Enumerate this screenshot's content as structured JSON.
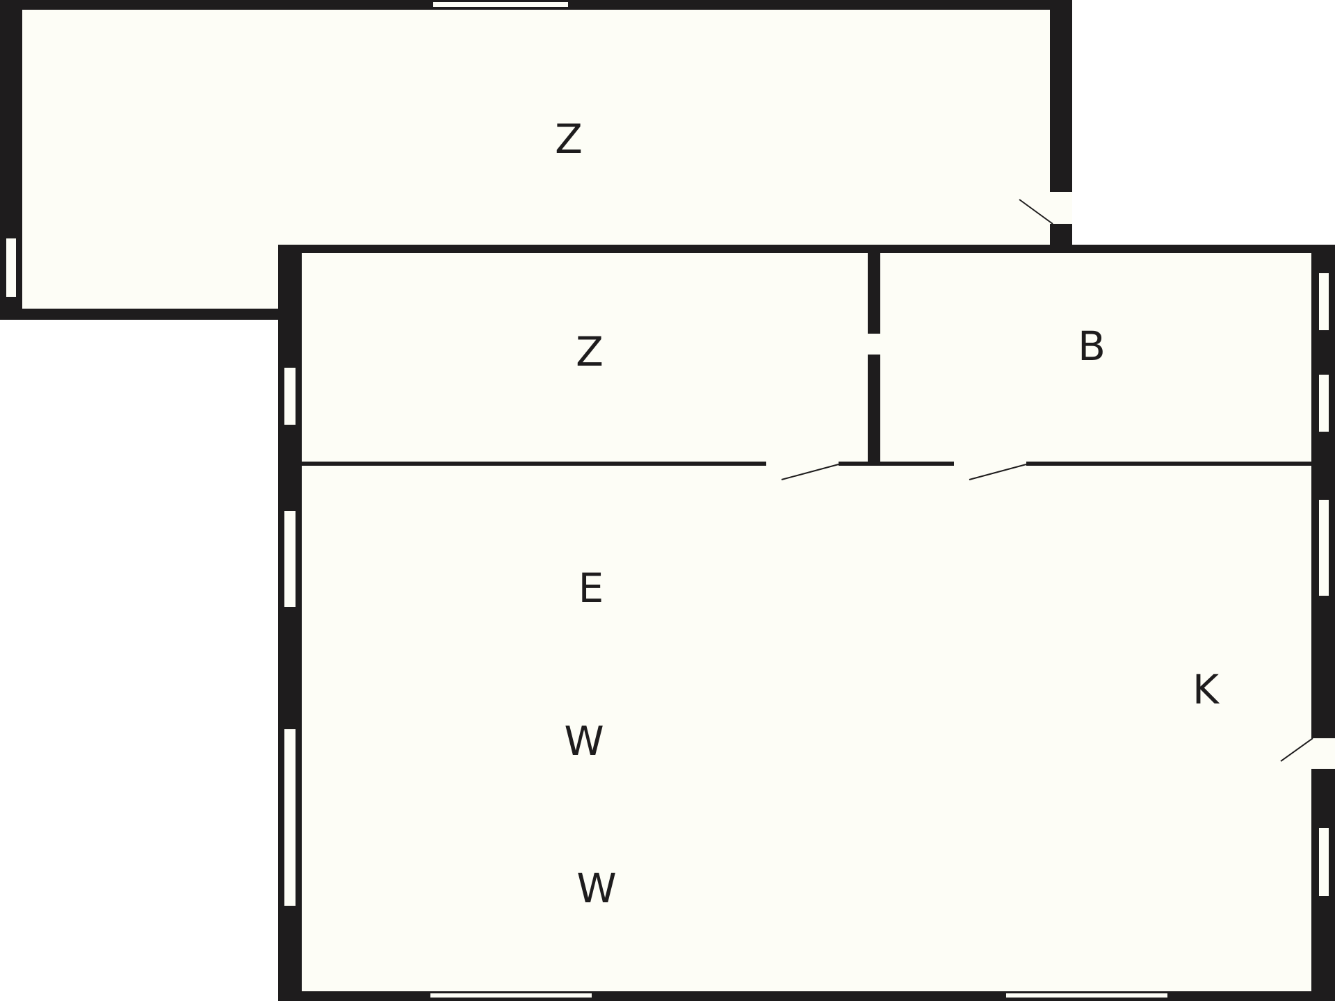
{
  "colors": {
    "wall": "#1e1c1d",
    "floor": "#fdfdf6",
    "background": "#ffffff"
  },
  "rooms": [
    {
      "id": "room-top",
      "label": "Z"
    },
    {
      "id": "room-middle-left",
      "label": "Z"
    },
    {
      "id": "room-middle-right",
      "label": "B"
    },
    {
      "id": "room-large",
      "labels": [
        "E",
        "W",
        "W",
        "K"
      ]
    }
  ]
}
